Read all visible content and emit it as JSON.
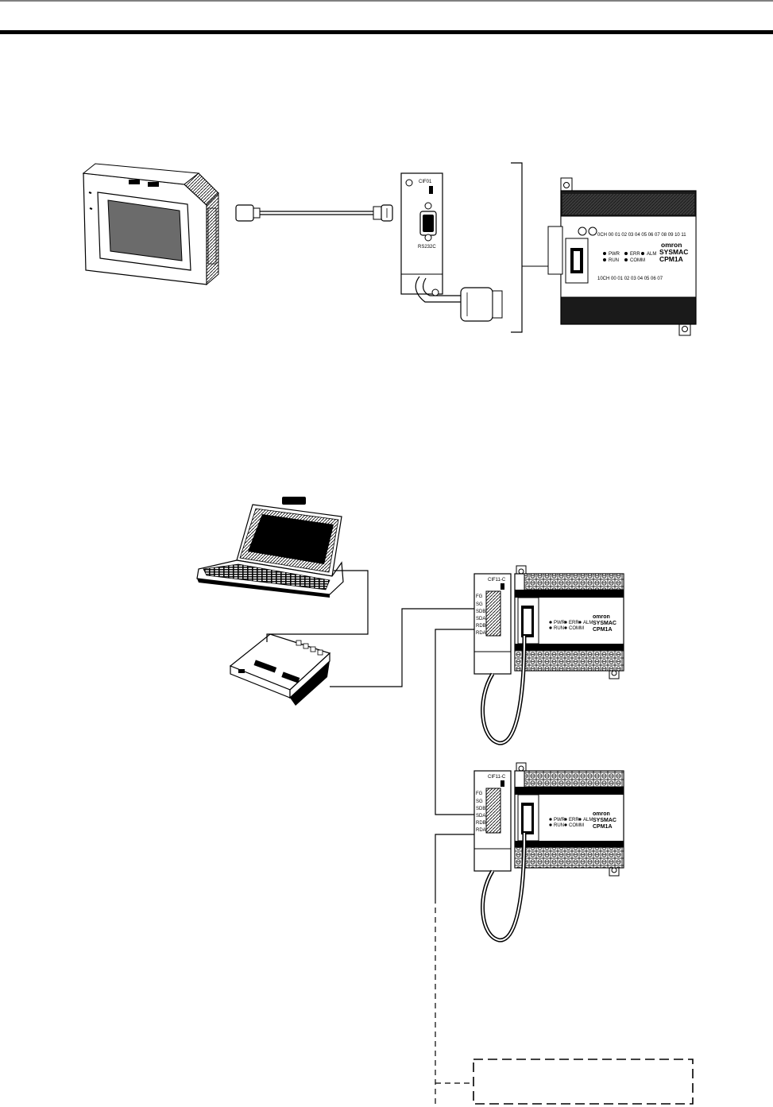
{
  "cpm1a_panel": {
    "brand": "omron",
    "series": "SYSMAC",
    "model": "CPM1A",
    "indicators": [
      "PWR",
      "ERR",
      "ALM",
      "RUN",
      "COMM"
    ]
  },
  "rs232c_adapter": {
    "model": "CIF01",
    "port_label": "RS232C"
  },
  "rs422_adapter": {
    "model": "CIF11-C",
    "terminals": [
      "FG",
      "SG",
      "SDB",
      "SDA",
      "RDB",
      "RDA"
    ]
  },
  "colors": {
    "ink": "#000000",
    "paper": "#ffffff",
    "panel_dark": "#1a1a1a",
    "screen_gray": "#6b6b6b"
  }
}
